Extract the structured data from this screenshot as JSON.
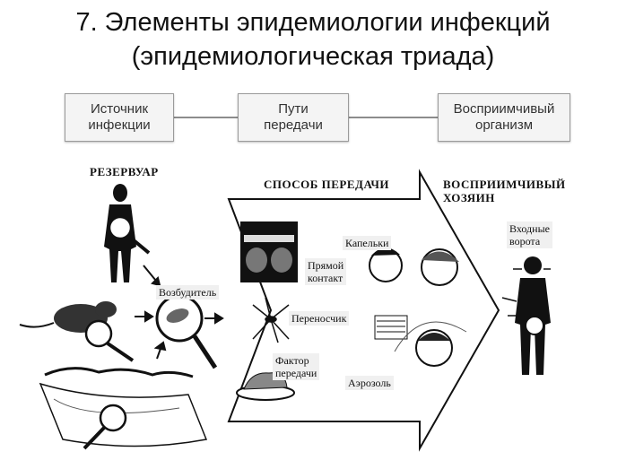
{
  "title": {
    "line1": "7. Элементы эпидемиологии инфекций",
    "line2": "(эпидемиологическая триада)"
  },
  "triad": [
    {
      "label": "Источник\nинфекции"
    },
    {
      "label": "Пути\nпередачи"
    },
    {
      "label": "Восприимчивый\nорганизм"
    }
  ],
  "figure": {
    "reservoir": "РЕЗЕРВУАР",
    "transmission_mode": "СПОСОБ ПЕРЕДАЧИ",
    "susceptible_host": "ВОСПРИИМЧИВЫЙ\nХОЗЯИН",
    "pathogen": "Возбудитель",
    "droplets": "Капельки",
    "direct_contact": "Прямой\nконтакт",
    "vector": "Переносчик",
    "vehicle": "Фактор\nпередачи",
    "aerosol": "Аэрозоль",
    "portal_of_entry": "Входные\nворота"
  },
  "colors": {
    "ink": "#111111",
    "box_border": "#9a9a9a",
    "connector": "#8c8c8c"
  }
}
